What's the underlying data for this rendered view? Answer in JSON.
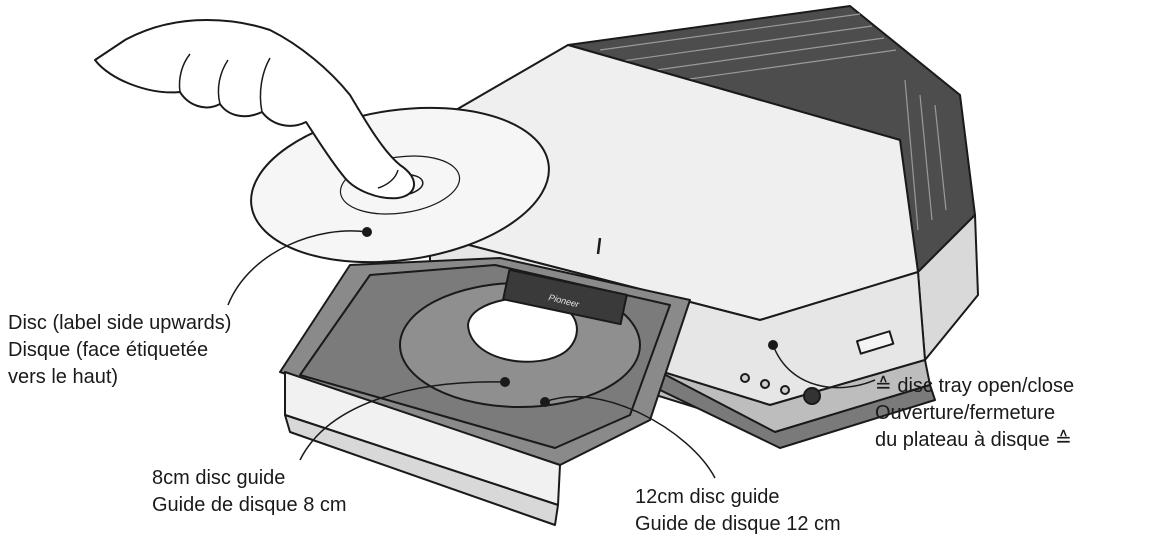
{
  "labels": {
    "disc": {
      "line1": "Disc (label side upwards)",
      "line2": "Disque (face étiquetée",
      "line3": "vers le haut)"
    },
    "guide_8cm": {
      "line1": "8cm disc guide",
      "line2": "Guide de disque 8 cm"
    },
    "guide_12cm": {
      "line1": "12cm disc guide",
      "line2": "Guide de disque 12 cm"
    },
    "tray_button": {
      "line1": "≙ disc tray open/close",
      "line2": "Ouverture/fermeture",
      "line3": "du plateau à disque ≙"
    }
  },
  "brand": "Pioneer",
  "colors": {
    "line": "#1a1a1a",
    "body_light": "#e9e9e9",
    "body_top": "#efefef",
    "body_dark": "#555555",
    "tray": "#8a8a8a",
    "tray_dark": "#6b6b6b",
    "disc": "#f6f6f6"
  }
}
